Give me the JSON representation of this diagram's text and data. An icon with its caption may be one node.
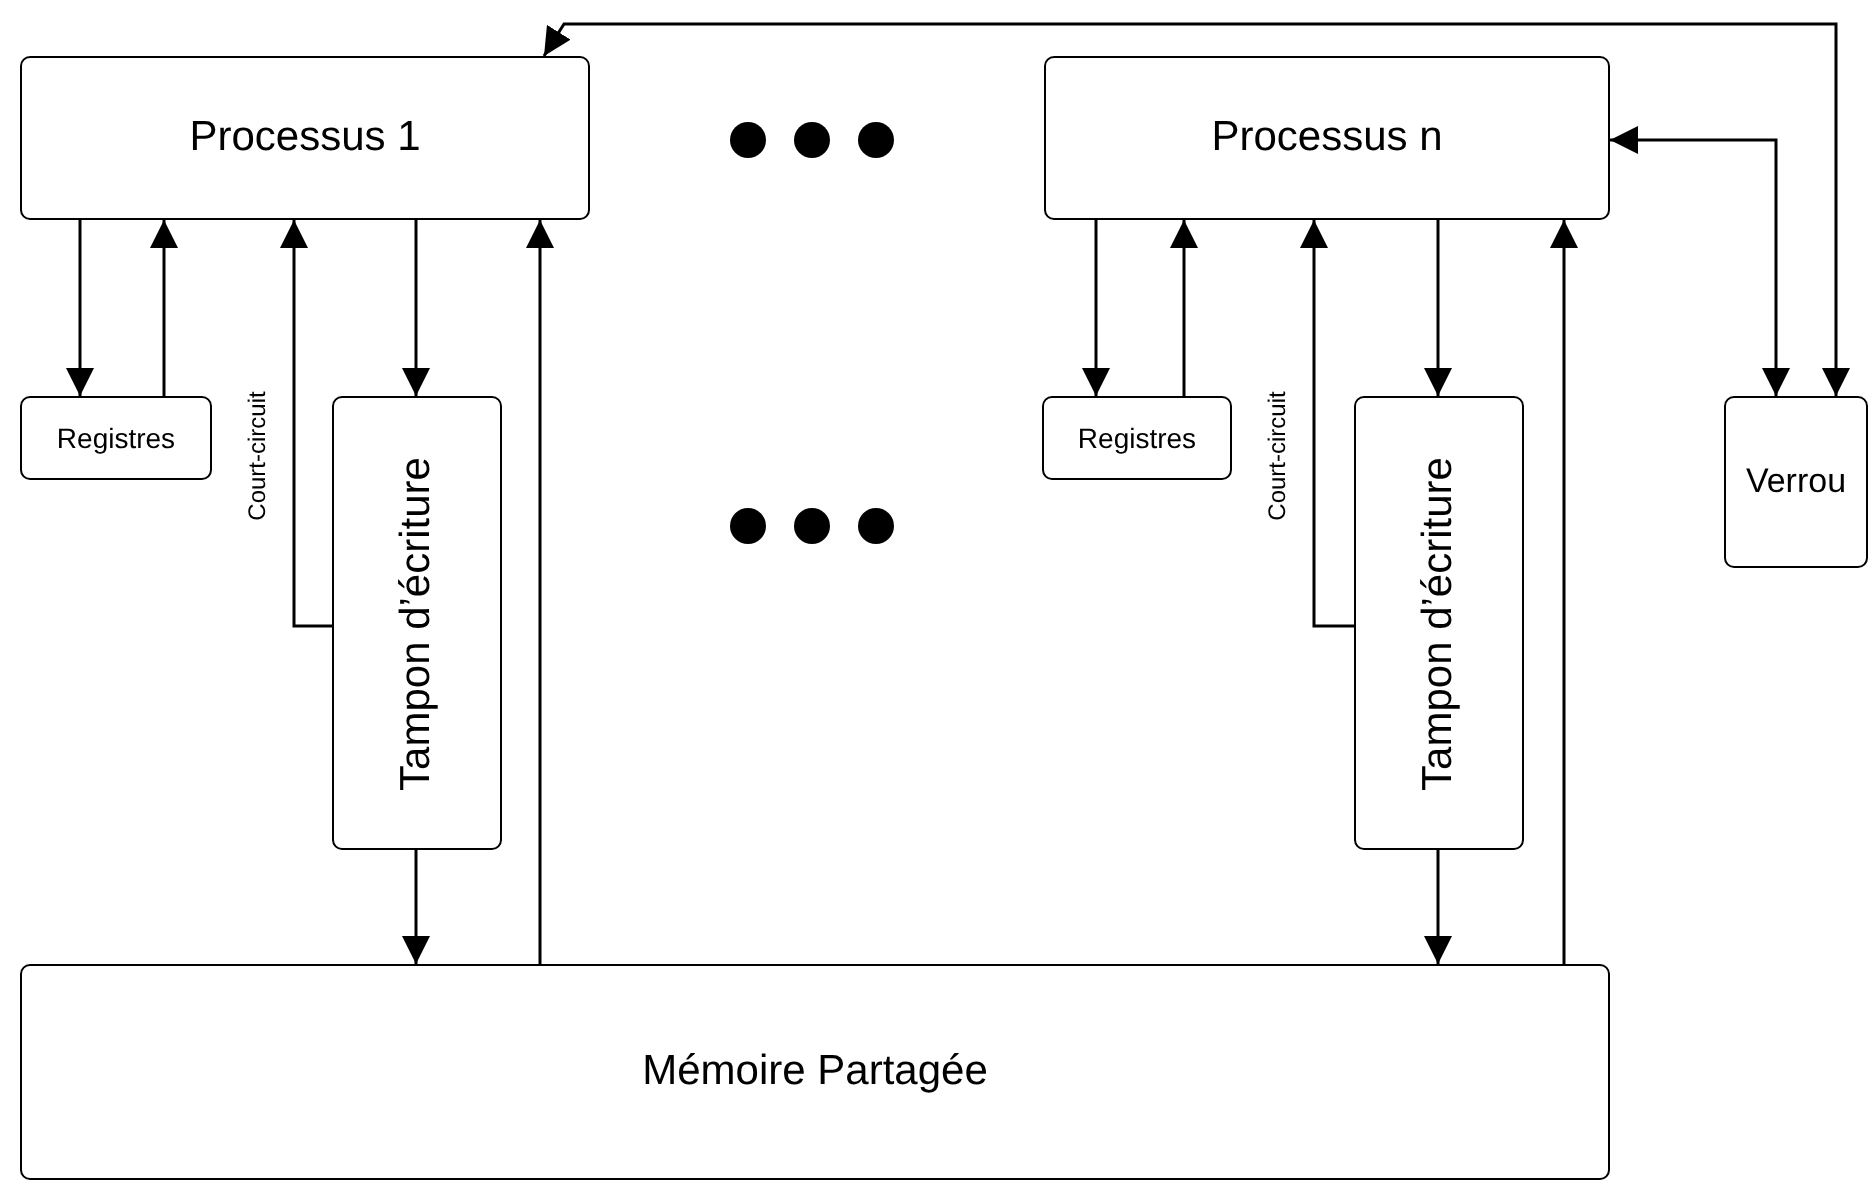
{
  "diagram": {
    "nodes": [
      {
        "text": [
          "Processus 1"
        ]
      },
      {
        "text": [
          "Processus n"
        ]
      },
      {
        "text": [
          "Registres"
        ]
      },
      {
        "text": [
          "Tampon d’écriture"
        ]
      },
      {
        "text": [
          "Registres"
        ]
      },
      {
        "text": [
          "Tampon d’écriture"
        ]
      },
      {
        "text": [
          "Verrou"
        ]
      },
      {
        "text": [
          "Mémoire Partagée"
        ]
      }
    ],
    "edges": [
      {
        "from": 0,
        "to": 2,
        "arrow": "to"
      },
      {
        "from": 2,
        "to": 0,
        "arrow": "to"
      },
      {
        "from": 3,
        "to": 0,
        "arrow": "to",
        "label": "Court-circuit"
      },
      {
        "from": 0,
        "to": 3,
        "arrow": "to"
      },
      {
        "from": 3,
        "to": 7,
        "arrow": "to"
      },
      {
        "from": 7,
        "to": 0,
        "arrow": "to"
      },
      {
        "from": 1,
        "to": 4,
        "arrow": "to"
      },
      {
        "from": 4,
        "to": 1,
        "arrow": "to"
      },
      {
        "from": 5,
        "to": 1,
        "arrow": "to",
        "label": "Court-circuit"
      },
      {
        "from": 1,
        "to": 5,
        "arrow": "to"
      },
      {
        "from": 5,
        "to": 7,
        "arrow": "to"
      },
      {
        "from": 7,
        "to": 1,
        "arrow": "to"
      },
      {
        "from": 6,
        "to": 1,
        "arrow": "both"
      },
      {
        "from": 6,
        "to": 0,
        "arrow": "both"
      }
    ]
  }
}
